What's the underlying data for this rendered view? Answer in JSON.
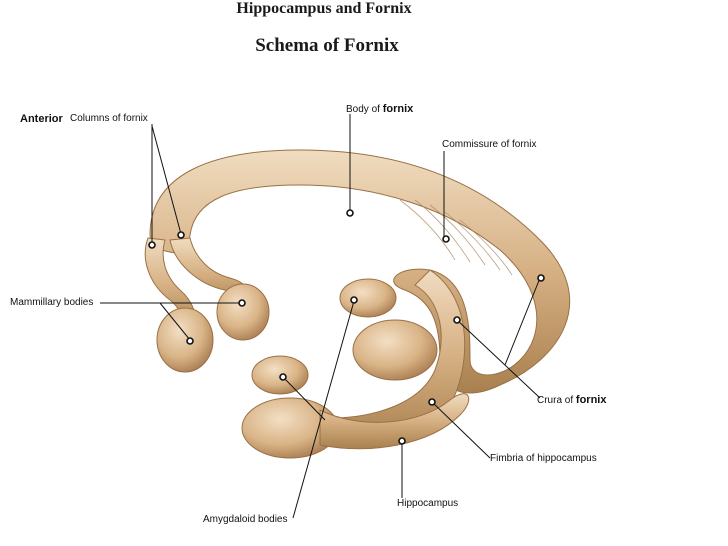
{
  "title": "Hippocampus and Fornix",
  "subtitle": "Schema of Fornix",
  "labels": {
    "anterior": "Anterior",
    "columns": "Columns of fornix",
    "body_prefix": "Body of",
    "body_bold": "fornix",
    "commissure": "Commissure of fornix",
    "mammillary": "Mammillary bodies",
    "crura_prefix": "Crura of",
    "crura_bold": "fornix",
    "fimbria": "Fimbria of hippocampus",
    "hippocampus": "Hippocampus",
    "amygdaloid": "Amygdaloid bodies"
  },
  "colors": {
    "tissue": "#dcb88c",
    "tissue_shadow": "#b48a5c",
    "tissue_light": "#f1dcc0"
  }
}
